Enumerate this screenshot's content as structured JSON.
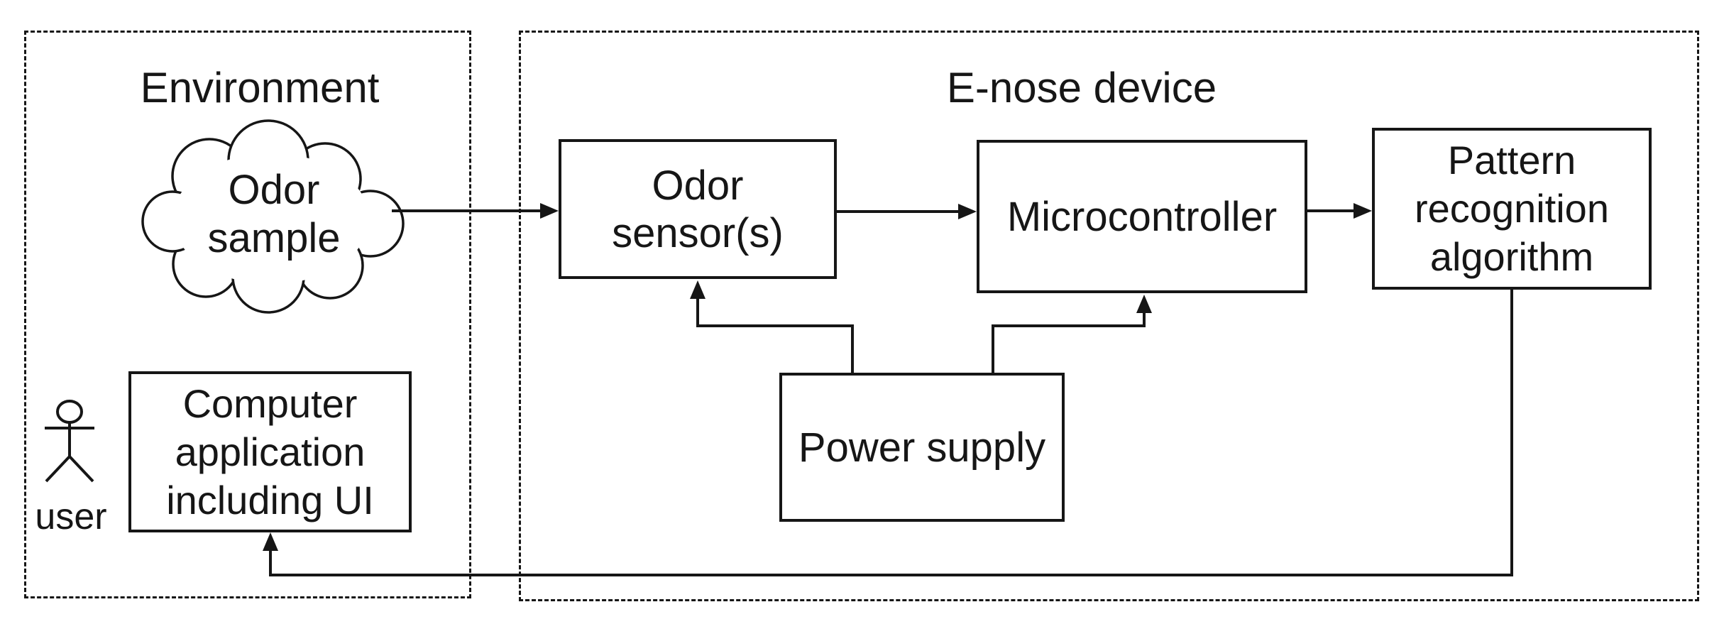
{
  "colors": {
    "ink": "#161616",
    "background": "#ffffff"
  },
  "environment": {
    "title": "Environment",
    "cloud_lines": [
      "Odor",
      "sample"
    ],
    "user_label": "user",
    "computer_app_lines": [
      "Computer",
      "application",
      "including UI"
    ]
  },
  "enose_device": {
    "title": "E-nose device",
    "odor_sensor_lines": [
      "Odor",
      "sensor(s)"
    ],
    "microcontroller_label": "Microcontroller",
    "pattern_recognition_lines": [
      "Pattern",
      "recognition",
      "algorithm"
    ],
    "power_supply_label": "Power supply"
  },
  "connections": [
    {
      "from": "odor-sample-cloud",
      "to": "odor-sensor"
    },
    {
      "from": "odor-sensor",
      "to": "microcontroller"
    },
    {
      "from": "microcontroller",
      "to": "pattern-recognition-algorithm"
    },
    {
      "from": "power-supply",
      "to": "odor-sensor"
    },
    {
      "from": "power-supply",
      "to": "microcontroller"
    },
    {
      "from": "pattern-recognition-algorithm",
      "to": "computer-application"
    }
  ]
}
